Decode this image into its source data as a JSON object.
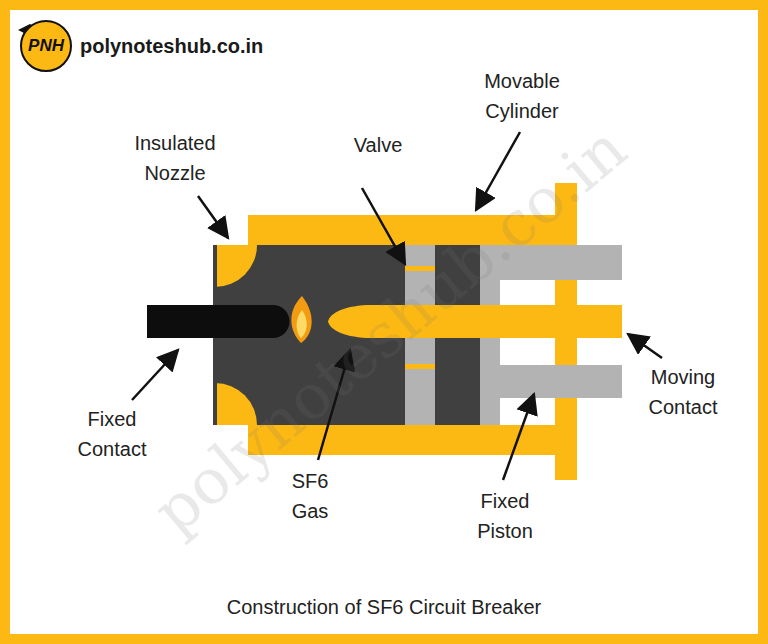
{
  "diagram": {
    "caption": "Construction of SF6 Circuit Breaker",
    "nodes": [
      {
        "text": [
          "PNH"
        ]
      }
    ],
    "labels": [
      "polynoteshub.co.in",
      "Insulated Nozzle",
      "Valve",
      "Movable Cylinder",
      "Fixed Contact",
      "SF6 Gas",
      "Fixed Piston",
      "Moving Contact",
      "polynoteshub.co.in"
    ]
  }
}
